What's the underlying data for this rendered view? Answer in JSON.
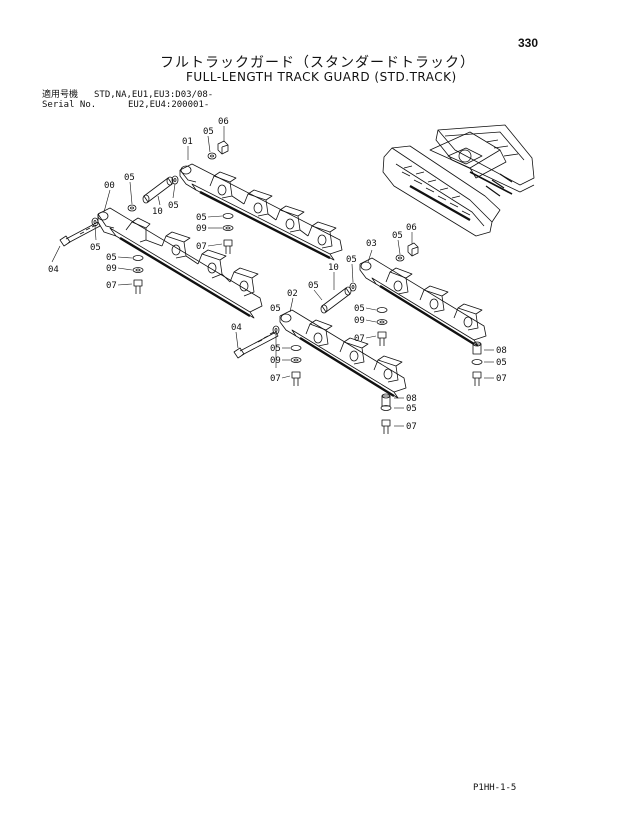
{
  "page_number": "330",
  "title_jp": "フルトラックガード（スタンダードトラック）",
  "title_en": "FULL-LENGTH TRACK GUARD (STD.TRACK)",
  "serial": {
    "label_jp": "適用号機",
    "line1_value": "STD,NA,EU1,EU3:D03/08-",
    "label_en": "Serial No.",
    "line2_value": "EU2,EU4:200001-"
  },
  "footer_code": "P1HH-1-5",
  "callouts": {
    "c00": "00",
    "c01": "01",
    "c02": "02",
    "c03": "03",
    "c04": "04",
    "c05": "05",
    "c06": "06",
    "c07": "07",
    "c08": "08",
    "c09": "09",
    "c10": "10"
  }
}
